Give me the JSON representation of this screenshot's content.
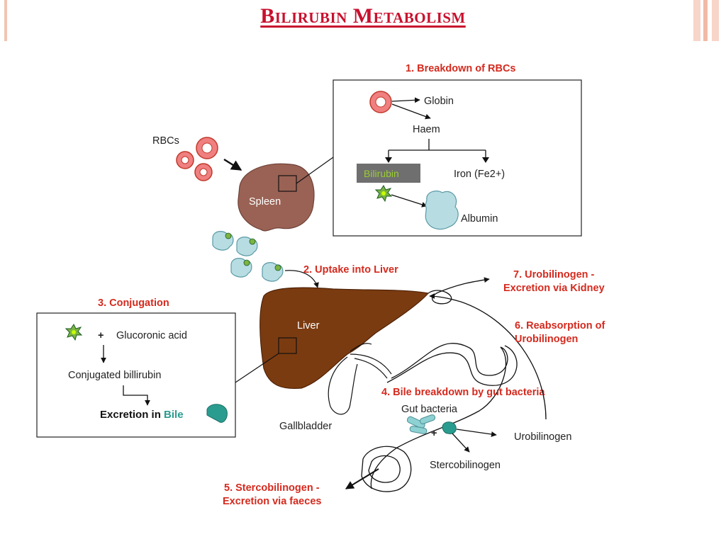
{
  "title": "Bilirubin Metabolism",
  "colors": {
    "title": "#c8102e",
    "annotation": "#d42a1e",
    "spleen": "#9a6254",
    "liver": "#7b3b10",
    "bile": "#2a9c8f",
    "albumin": "#b7dde3",
    "bilirubin_label": "#9acd32"
  },
  "box1": {
    "heading": "1. Breakdown of RBCs",
    "globin": "Globin",
    "haem": "Haem",
    "bilirubin": "Bilirubin",
    "iron": "Iron (Fe2+)",
    "albumin": "Albumin"
  },
  "rbcs": "RBCs",
  "spleen": "Spleen",
  "uptake": "2. Uptake into Liver",
  "box3": {
    "heading": "3. Conjugation",
    "plus": "+",
    "acid": "Glucoronic acid",
    "conjugated": "Conjugated billirubin",
    "excretion": "Excretion in ",
    "bile": "Bile"
  },
  "liver": "Liver",
  "gallbladder": "Gallbladder",
  "step4": "4. Bile breakdown by gut bacteria",
  "gut_bacteria": "Gut bacteria",
  "gut_plus": "+",
  "urobilinogen": "Urobilinogen",
  "stercobilinogen": "Stercobilinogen",
  "step5": [
    "5. Stercobilinogen -",
    "Excretion via faeces"
  ],
  "step6": [
    "6. Reabsorption of",
    "Urobilinogen"
  ],
  "step7": [
    "7. Urobilinogen -",
    "Excretion via Kidney"
  ]
}
